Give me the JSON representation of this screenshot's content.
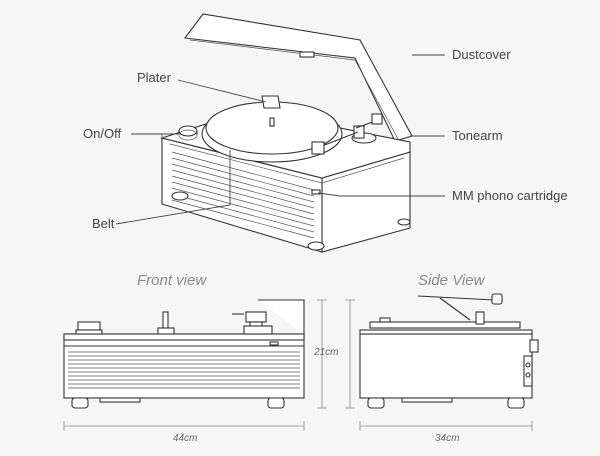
{
  "labels": {
    "plater": "Plater",
    "on_off": "On/Off",
    "belt": "Belt",
    "dustcover": "Dustcover",
    "tonearm": "Tonearm",
    "cartridge": "MM phono cartridge"
  },
  "views": {
    "front": "Front view",
    "side": "Side View"
  },
  "dimensions": {
    "width": "44cm",
    "height": "21cm",
    "depth": "34cm"
  }
}
